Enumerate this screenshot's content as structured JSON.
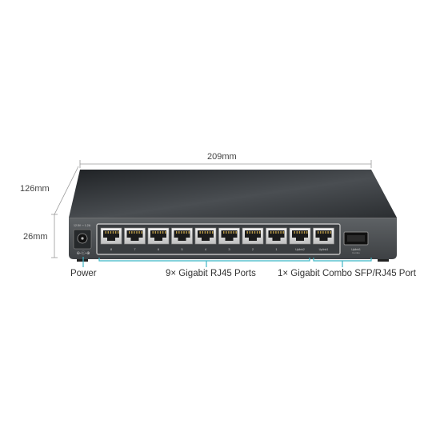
{
  "dimensions": {
    "width": "209mm",
    "depth": "126mm",
    "height": "26mm"
  },
  "device": {
    "power_label": "12.5V ⎓ 1.2A",
    "port_numbers": [
      "8",
      "7",
      "6",
      "5",
      "4",
      "3",
      "2",
      "1",
      "Uplink2",
      "Uplink1"
    ],
    "sfp_label": "Uplink1",
    "sfp_sublabel": "Combo",
    "power_symbol": "⊖-ⓒ-⊕"
  },
  "captions": {
    "power": "Power",
    "rj45": "9× Gigabit RJ45 Ports",
    "combo": "1× Gigabit Combo SFP/RJ45 Port"
  },
  "colors": {
    "accent": "#3fb6c6",
    "body_front": "#505457",
    "body_top": "#2e3134",
    "port_frame": "#dcdcdc"
  }
}
